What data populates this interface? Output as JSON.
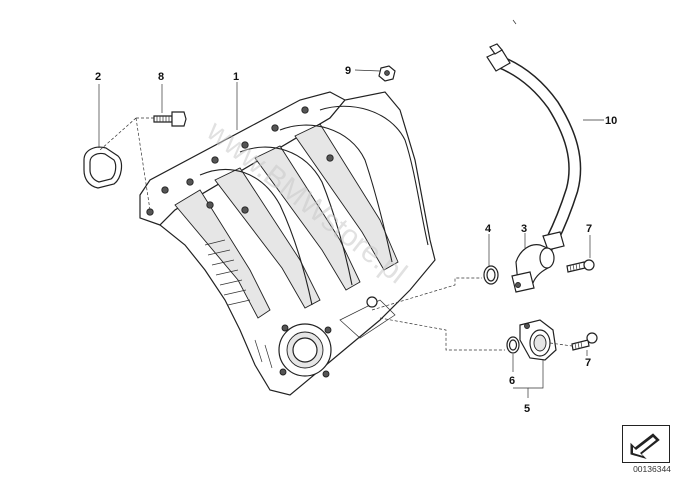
{
  "diagram": {
    "watermark": "www.BMWstore.pl",
    "diagram_id": "00136344",
    "callouts": [
      {
        "key": "c1",
        "label": "1"
      },
      {
        "key": "c2",
        "label": "2"
      },
      {
        "key": "c3",
        "label": "3"
      },
      {
        "key": "c4",
        "label": "4"
      },
      {
        "key": "c5",
        "label": "5"
      },
      {
        "key": "c6",
        "label": "6"
      },
      {
        "key": "c7a",
        "label": "7"
      },
      {
        "key": "c7b",
        "label": "7"
      },
      {
        "key": "c8",
        "label": "8"
      },
      {
        "key": "c9",
        "label": "9"
      },
      {
        "key": "c10",
        "label": "10"
      }
    ],
    "nav_icon": "arrow-down-left-icon"
  }
}
